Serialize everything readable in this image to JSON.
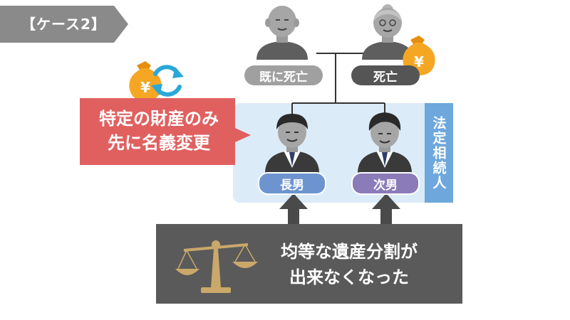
{
  "case_label": "【ケース2】",
  "grandfather_status": "既に死亡",
  "grandmother_status": "死亡",
  "callout": [
    "特定の財産のみ",
    "先に名義変更"
  ],
  "eldest_son": "長男",
  "second_son": "次男",
  "legal_heirs": "法定相続人",
  "result": [
    "均等な遺産分割が",
    "出来なくなった"
  ],
  "yen_symbol": "¥",
  "colors": {
    "case_tab": "#8a8a8a",
    "heirs_panel": "#dcebf8",
    "legal_heirs": "#6ea7dc",
    "callout": "#e06060",
    "eldest_son": "#6d94cf",
    "second_son": "#8b7bb8",
    "bottom_box": "#5a5a5a",
    "money_bag": "#f5a623",
    "refresh_arrows": "#2aa8d8",
    "scale": "#c9a86a"
  },
  "icons": [
    "money-bag-icon",
    "refresh-icon",
    "scale-icon",
    "arrow-up-icon"
  ]
}
